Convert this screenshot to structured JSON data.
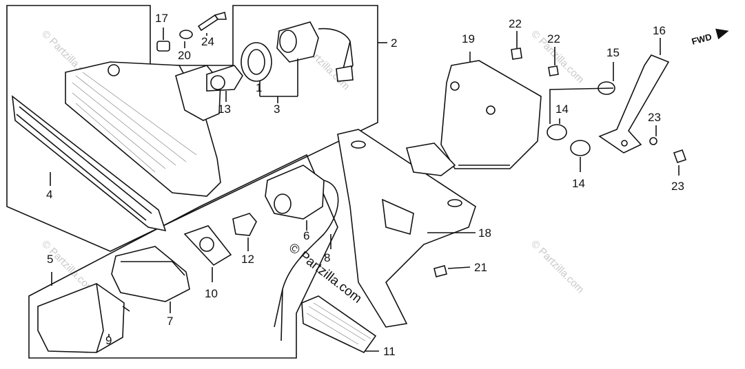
{
  "watermark": {
    "text": "© Partzilla.com",
    "center_text": "© Partzilla.com"
  },
  "direction_label": "FWD",
  "callouts": {
    "c1": "1",
    "c2": "2",
    "c3": "3",
    "c4": "4",
    "c5": "5",
    "c6": "6",
    "c7": "7",
    "c8": "8",
    "c9": "9",
    "c10": "10",
    "c11": "11",
    "c12": "12",
    "c13": "13",
    "c14a": "14",
    "c14b": "14",
    "c15": "15",
    "c16": "16",
    "c17": "17",
    "c18": "18",
    "c19": "19",
    "c20": "20",
    "c21": "21",
    "c22a": "22",
    "c22b": "22",
    "c23a": "23",
    "c23b": "23",
    "c24": "24"
  }
}
